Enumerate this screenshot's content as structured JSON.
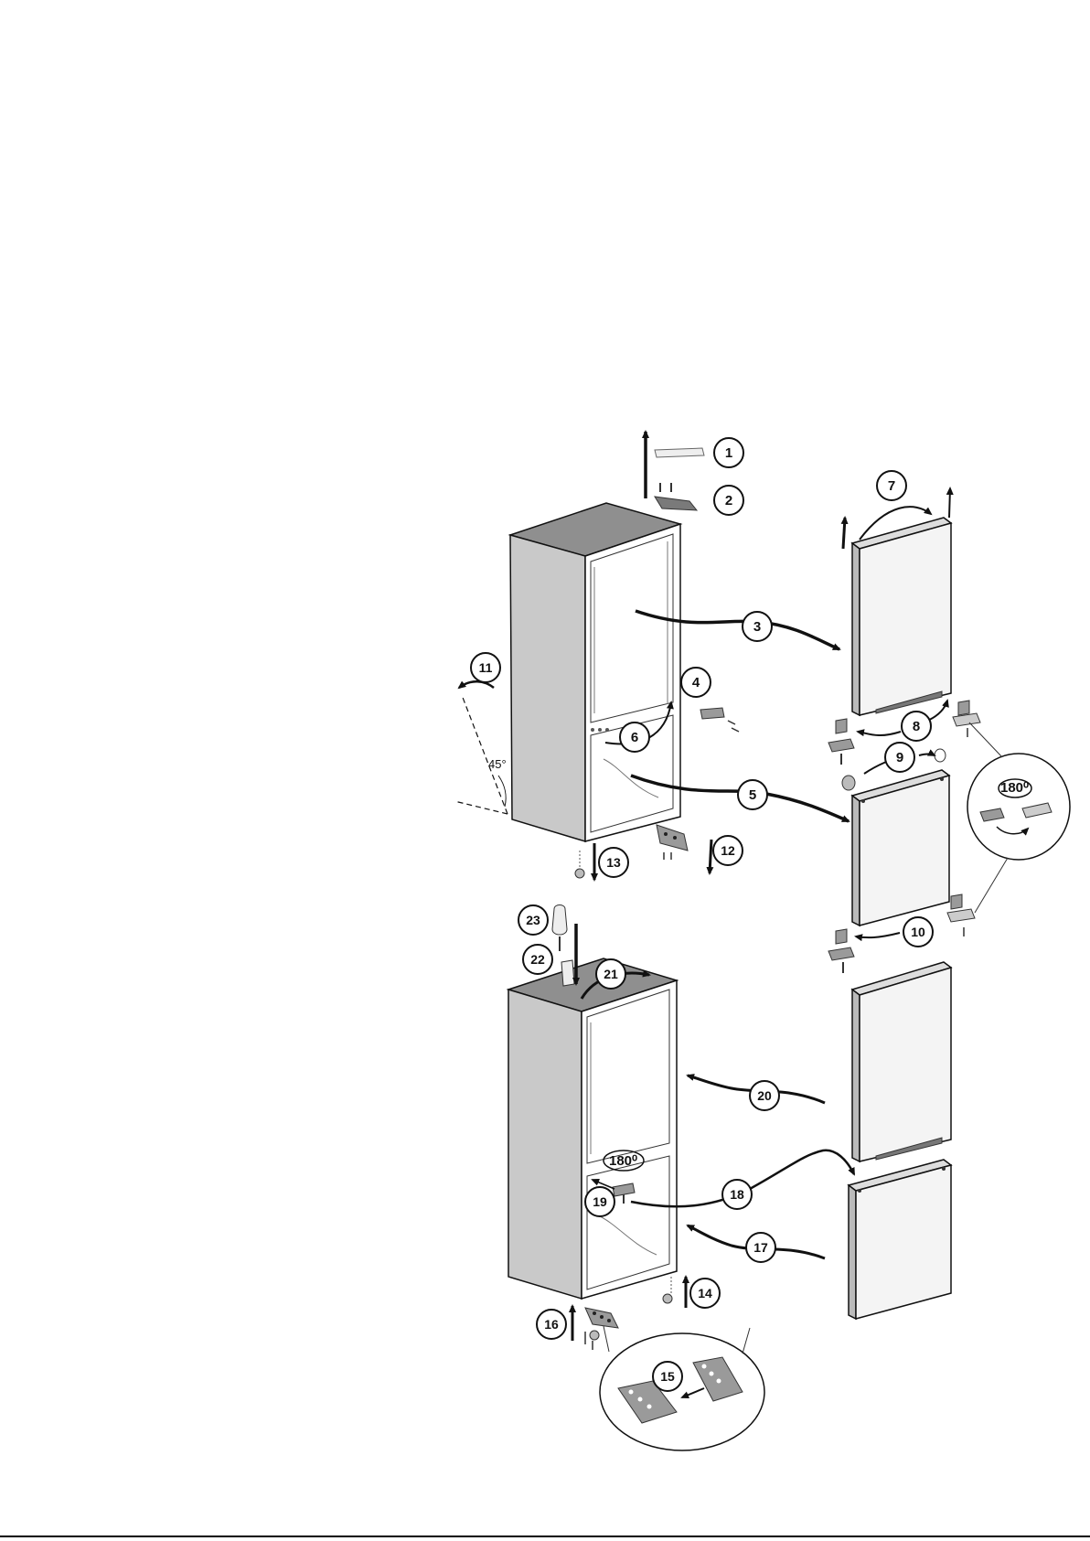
{
  "steps": [
    {
      "n": "1"
    },
    {
      "n": "2"
    },
    {
      "n": "3"
    },
    {
      "n": "4"
    },
    {
      "n": "5"
    },
    {
      "n": "6"
    },
    {
      "n": "7"
    },
    {
      "n": "8"
    },
    {
      "n": "9"
    },
    {
      "n": "10"
    },
    {
      "n": "11"
    },
    {
      "n": "12"
    },
    {
      "n": "13"
    },
    {
      "n": "14"
    },
    {
      "n": "15"
    },
    {
      "n": "16"
    },
    {
      "n": "17"
    },
    {
      "n": "18"
    },
    {
      "n": "19"
    },
    {
      "n": "20"
    },
    {
      "n": "21"
    },
    {
      "n": "22"
    },
    {
      "n": "23"
    }
  ],
  "labels": {
    "angle": "45°",
    "rotate_top": "180⁰",
    "rotate_bottom": "180⁰"
  },
  "colors": {
    "line": "#111111",
    "cabinet_side": "#c9c9c9",
    "cabinet_top": "#8f8f8f",
    "door_face": "#f4f4f4",
    "part_gray": "#9a9a9a"
  }
}
